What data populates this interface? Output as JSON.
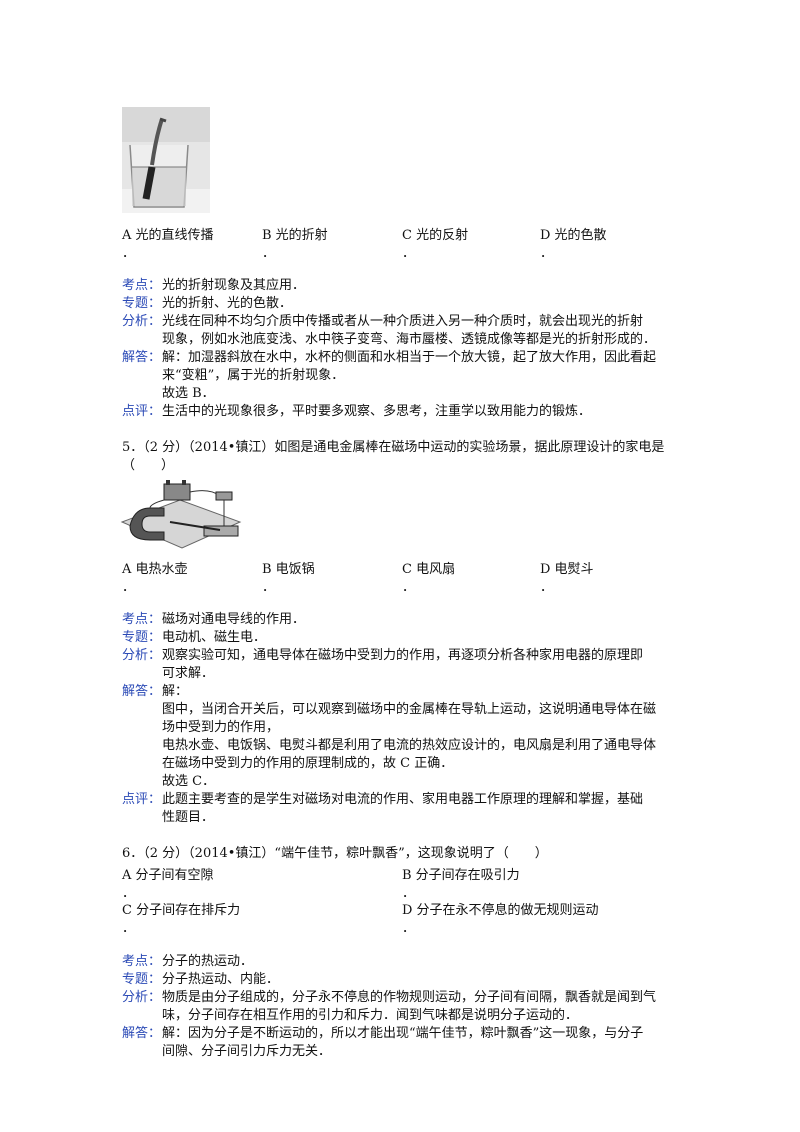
{
  "q4": {
    "options": [
      "A 光的直线传播",
      "B 光的折射",
      "C 光的反射",
      "D 光的色散"
    ],
    "kaodian_label": "考点：",
    "kaodian": "光的折射现象及其应用．",
    "zhuanti_label": "专题：",
    "zhuanti": "光的折射、光的色散．",
    "fenxi_label": "分析：",
    "fenxi": [
      "光线在同种不均匀介质中传播或者从一种介质进入另一种介质时，就会出现光的折射",
      "现象，例如水池底变浅、水中筷子变弯、海市蜃楼、透镜成像等都是光的折射形成的．"
    ],
    "jieda_label": "解答：",
    "jieda": [
      "解：加湿器斜放在水中，水杯的侧面和水相当于一个放大镜，起了放大作用，因此看起",
      "来“变粗”，属于光的折射现象．",
      "故选 B．"
    ],
    "dianping_label": "点评：",
    "dianping": "生活中的光现象很多，平时要多观察、多思考，注重学以致用能力的锻炼．"
  },
  "q5": {
    "stem": [
      "5．（2 分）（2014•镇江）如图是通电金属棒在磁场中运动的实验场景，据此原理设计的家电是",
      "（　　）"
    ],
    "options": [
      "A 电热水壶",
      "B 电饭锅",
      "C 电风扇",
      "D 电熨斗"
    ],
    "kaodian_label": "考点：",
    "kaodian": "磁场对通电导线的作用．",
    "zhuanti_label": "专题：",
    "zhuanti": "电动机、磁生电．",
    "fenxi_label": "分析：",
    "fenxi": [
      "观察实验可知，通电导体在磁场中受到力的作用，再逐项分析各种家用电器的原理即",
      "可求解．"
    ],
    "jieda_label": "解答：",
    "jieda": [
      "解：",
      "图中，当闭合开关后，可以观察到磁场中的金属棒在导轨上运动，这说明通电导体在磁",
      "场中受到力的作用，",
      "电热水壶、电饭锅、电熨斗都是利用了电流的热效应设计的，电风扇是利用了通电导体",
      "在磁场中受到力的作用的原理制成的，故 C 正确．",
      "故选 C．"
    ],
    "dianping_label": "点评：",
    "dianping": [
      "此题主要考查的是学生对磁场对电流的作用、家用电器工作原理的理解和掌握，基础",
      "性题目．"
    ]
  },
  "q6": {
    "stem": "6．（2 分）（2014•镇江）“端午佳节，粽叶飘香”，这现象说明了（　　）",
    "options": [
      "A 分子间有空隙",
      "B 分子间存在吸引力",
      "C 分子间存在排斥力",
      "D 分子在永不停息的做无规则运动"
    ],
    "kaodian_label": "考点：",
    "kaodian": "分子的热运动．",
    "zhuanti_label": "专题：",
    "zhuanti": "分子热运动、内能．",
    "fenxi_label": "分析：",
    "fenxi": [
      "物质是由分子组成的，分子永不停息的作物规则运动，分子间有间隔，飘香就是闻到气",
      "味，分子间存在相互作用的引力和斥力．闻到气味都是说明分子运动的．"
    ],
    "jieda_label": "解答：",
    "jieda": [
      "解：因为分子是不断运动的，所以才能出现“端午佳节，粽叶飘香”这一现象，与分子",
      "间隙、分子间引力斥力无关．"
    ]
  },
  "dot": "．"
}
